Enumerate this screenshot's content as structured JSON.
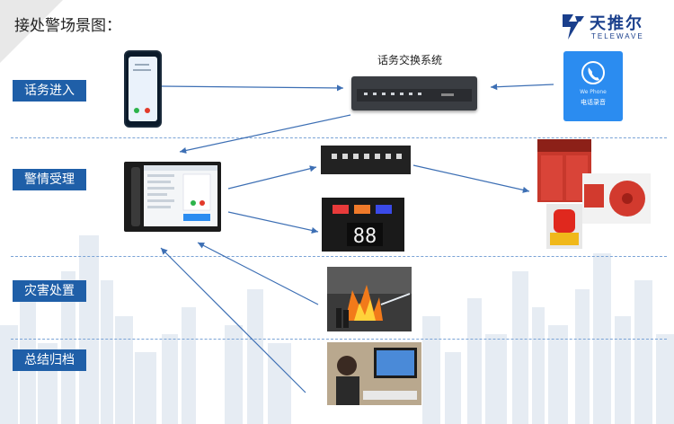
{
  "title": "接处警场景图：",
  "logo": {
    "name_cn": "天推尔",
    "name_en": "TELEWAVE",
    "icon": "telewave-logo-icon",
    "color": "#1a3f8c"
  },
  "stages": [
    {
      "label": "话务进入"
    },
    {
      "label": "警情受理"
    },
    {
      "label": "灾害处置"
    },
    {
      "label": "总结归档"
    }
  ],
  "devices": {
    "switch": {
      "title": "话务交换系统"
    },
    "app": {
      "line1": "We Phone",
      "line2": "电话录音",
      "icon": "phone-handset-icon"
    }
  },
  "colors": {
    "label_bg": "#1f5fa8",
    "arrow": "#3d6fb4",
    "divider": "#7aa3d6",
    "app_bg": "#2b8cf0"
  }
}
